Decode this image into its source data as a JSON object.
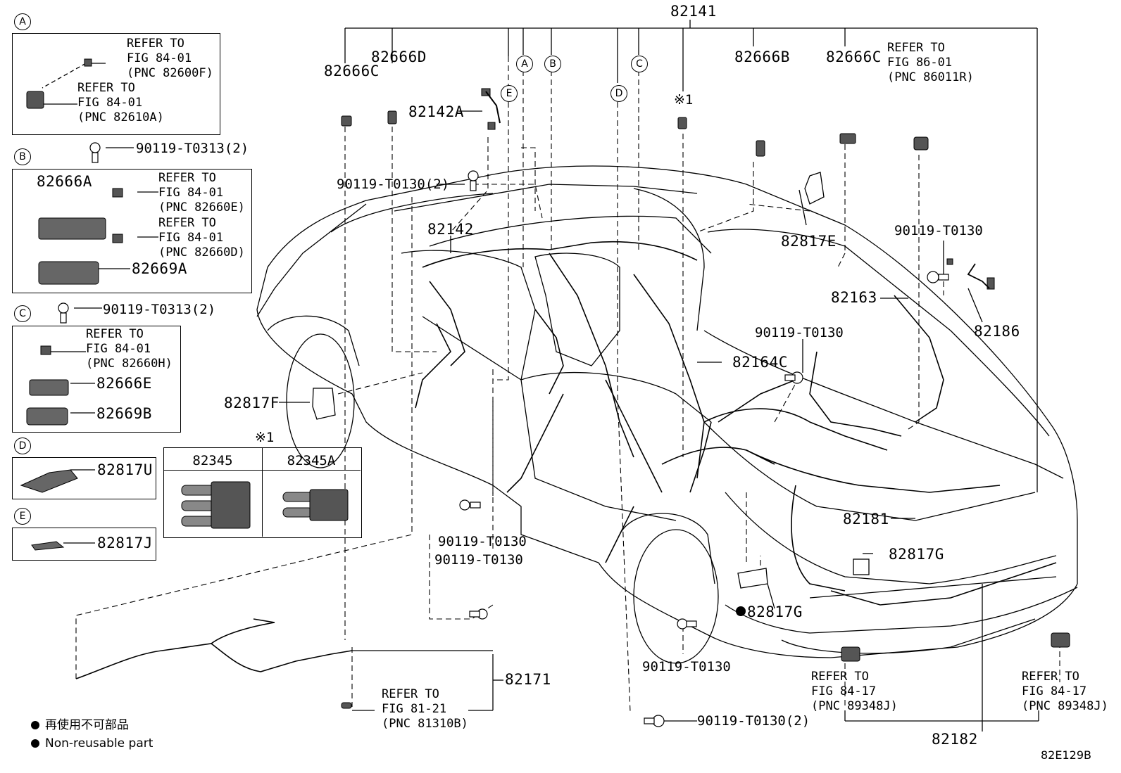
{
  "title_pn": "82141",
  "footer_code": "82E129B",
  "legend": {
    "jp": "再使用不可部品",
    "en": "Non-reusable part"
  },
  "insets": {
    "A": {
      "tag": "A",
      "ref1": "REFER TO\nFIG 84-01\n(PNC 82600F)",
      "ref2": "REFER TO\nFIG 84-01\n(PNC 82610A)"
    },
    "B": {
      "tag": "B",
      "screw": "90119-T0313(2)",
      "part1": "82666A",
      "ref1": "REFER TO\nFIG 84-01\n(PNC 82660E)",
      "ref2": "REFER TO\nFIG 84-01\n(PNC 82660D)",
      "part2": "82669A"
    },
    "C": {
      "tag": "C",
      "screw": "90119-T0313(2)",
      "ref1": "REFER TO\nFIG 84-01\n(PNC 82660H)",
      "part1": "82666E",
      "part2": "82669B"
    },
    "D": {
      "tag": "D",
      "part": "82817U"
    },
    "E": {
      "tag": "E",
      "part": "82817J"
    }
  },
  "fuse_table": {
    "note": "※1",
    "col1": "82345",
    "col2": "82345A"
  },
  "labels": {
    "p82666C_left": "82666C",
    "p82666D": "82666D",
    "p82142A": "82142A",
    "screw_top": "90119-T0130(2)",
    "p82142": "82142",
    "p82817F": "82817F",
    "note1": "※1",
    "p82666B": "82666B",
    "p82666C_right": "82666C",
    "ref_86": "REFER TO\nFIG 86-01\n(PNC 86011R)",
    "p82817E": "82817E",
    "screw_r1": "90119-T0130",
    "p82163": "82163",
    "p82186": "82186",
    "screw_mid": "90119-T0130",
    "p82164C": "82164C",
    "p82181": "82181",
    "p82817G_a": "82817G",
    "p82817G_b": "82817G",
    "screw_c1": "90119-T0130",
    "screw_c2": "90119-T0130",
    "screw_wheel": "90119-T0130",
    "screw_bottom": "90119-T0130(2)",
    "p82171": "82171",
    "ref_81": "REFER TO\nFIG 81-21\n(PNC 81310B)",
    "ref_84_17a": "REFER TO\nFIG 84-17\n(PNC 89348J)",
    "ref_84_17b": "REFER TO\nFIG 84-17\n(PNC 89348J)",
    "p82182": "82182"
  },
  "callouts": {
    "A": "A",
    "B": "B",
    "C": "C",
    "D": "D",
    "E": "E"
  }
}
